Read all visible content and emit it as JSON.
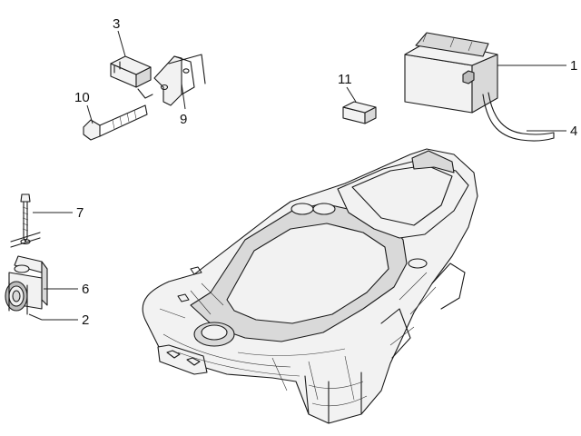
{
  "callouts": [
    {
      "id": "1",
      "label": "1"
    },
    {
      "id": "2",
      "label": "2"
    },
    {
      "id": "3",
      "label": "3"
    },
    {
      "id": "4",
      "label": "4"
    },
    {
      "id": "6",
      "label": "6"
    },
    {
      "id": "7",
      "label": "7"
    },
    {
      "id": "9",
      "label": "9"
    },
    {
      "id": "10",
      "label": "10"
    },
    {
      "id": "11",
      "label": "11"
    }
  ],
  "colors": {
    "line": "#1a1a1a",
    "background": "#ffffff",
    "shade_light": "#f2f2f2",
    "shade_mid": "#d9d9d9",
    "shade_dark": "#bdbdbd"
  }
}
